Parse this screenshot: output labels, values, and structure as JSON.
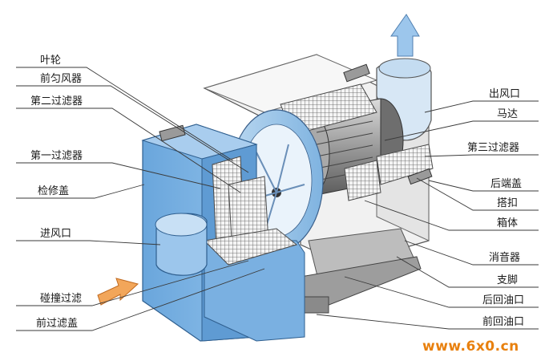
{
  "diagram": {
    "labels_left": [
      {
        "id": "impeller",
        "text": "叶轮"
      },
      {
        "id": "front-distributor",
        "text": "前匀风器"
      },
      {
        "id": "second-filter",
        "text": "第二过滤器"
      },
      {
        "id": "first-filter",
        "text": "第一过滤器"
      },
      {
        "id": "inspection-cover",
        "text": "检修盖"
      },
      {
        "id": "air-inlet",
        "text": "进风口"
      },
      {
        "id": "collision-filter",
        "text": "碰撞过滤"
      },
      {
        "id": "front-filter-cover",
        "text": "前过滤盖"
      }
    ],
    "labels_right": [
      {
        "id": "air-outlet",
        "text": "出风口"
      },
      {
        "id": "motor",
        "text": "马达"
      },
      {
        "id": "third-filter",
        "text": "第三过滤器"
      },
      {
        "id": "rear-cover",
        "text": "后端盖"
      },
      {
        "id": "latch",
        "text": "搭扣"
      },
      {
        "id": "housing",
        "text": "箱体"
      },
      {
        "id": "silencer",
        "text": "消音器"
      },
      {
        "id": "support-foot",
        "text": "支脚"
      },
      {
        "id": "rear-oil-return",
        "text": "后回油口"
      },
      {
        "id": "front-oil-return",
        "text": "前回油口"
      }
    ],
    "watermark": "www.6x0.cn",
    "colors": {
      "housing_blue": "#7fb3e0",
      "housing_blue_dark": "#4f8fcb",
      "arrow_orange": "#f2a65a",
      "arrow_blue": "#9cc6ec",
      "watermark": "#e8800e"
    }
  }
}
